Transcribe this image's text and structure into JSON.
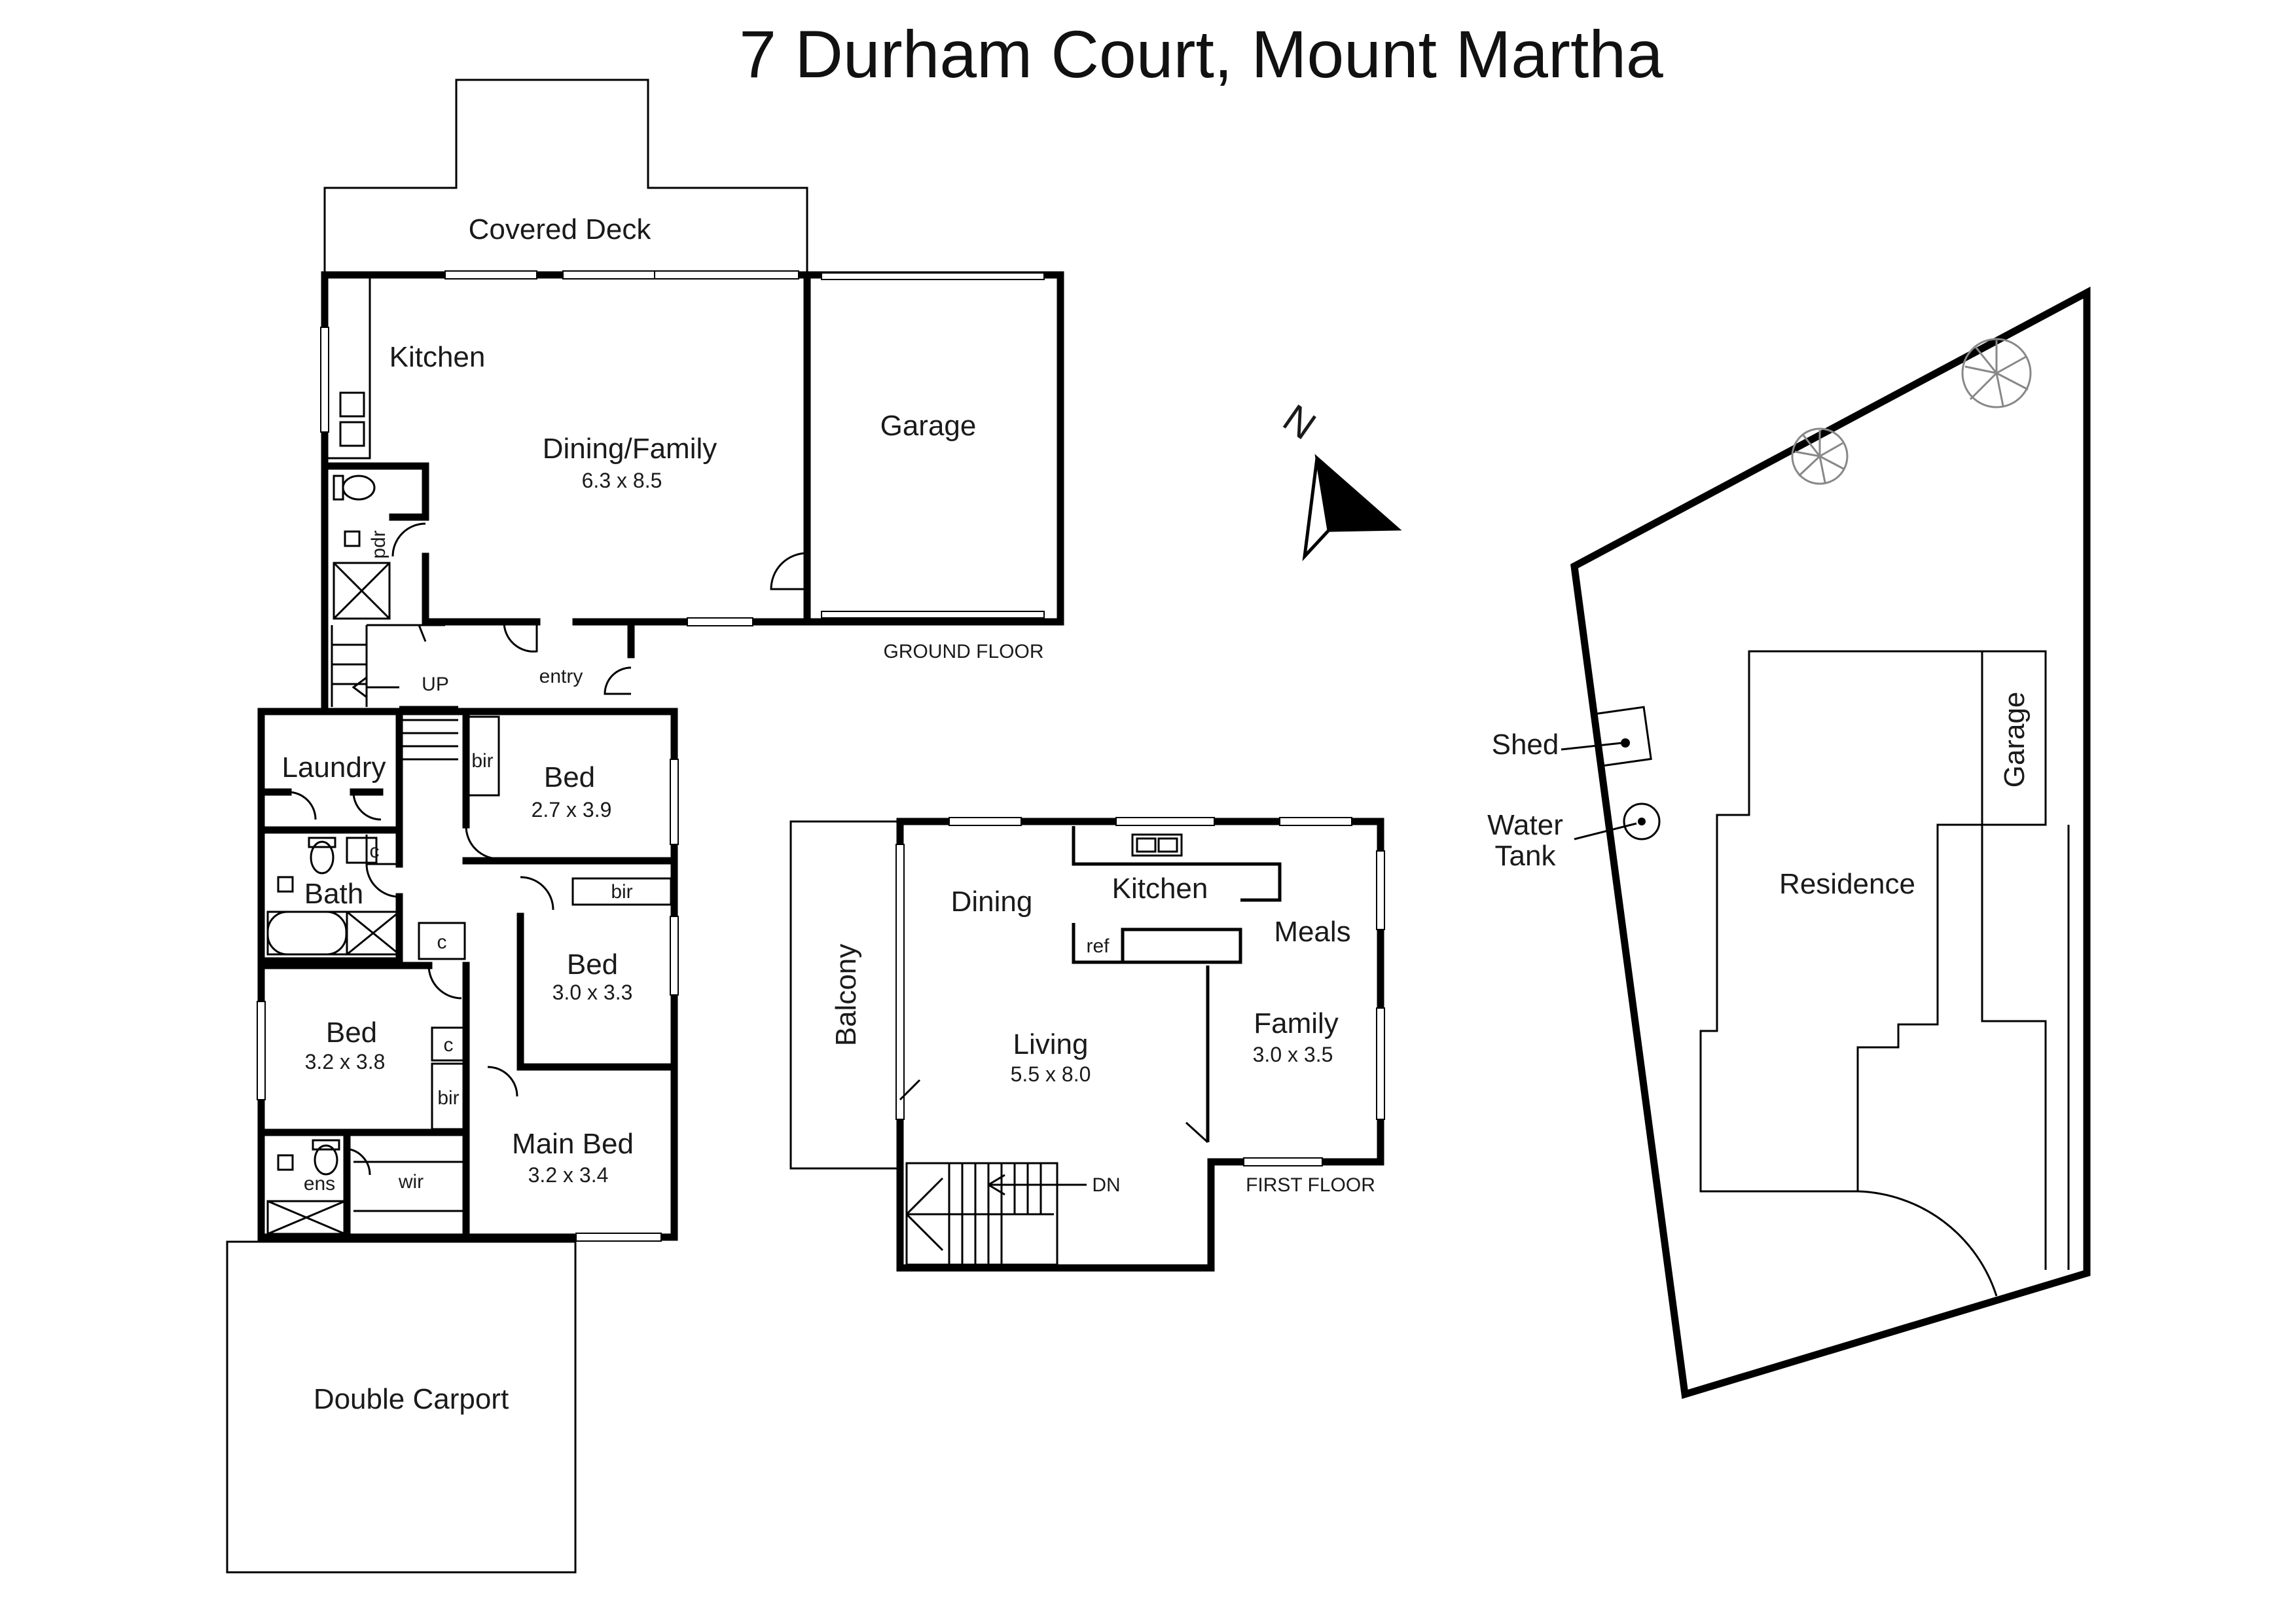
{
  "title": "7 Durham Court, Mount Martha",
  "ground_floor": {
    "heading": "GROUND FLOOR",
    "rooms": {
      "covered_deck": "Covered Deck",
      "kitchen": "Kitchen",
      "dining_family": "Dining/Family",
      "dining_family_size": "6.3 x 8.5",
      "garage": "Garage",
      "pdr": "pdr",
      "up": "UP",
      "entry": "entry",
      "laundry": "Laundry",
      "bir_1": "bir",
      "bed_1": "Bed",
      "bed_1_size": "2.7 x 3.9",
      "c_1": "c",
      "bath": "Bath",
      "bir_2": "bir",
      "c_2": "c",
      "bed_2": "Bed",
      "bed_2_size": "3.0 x 3.3",
      "bed_3": "Bed",
      "bed_3_size": "3.2 x 3.8",
      "c_3": "c",
      "bir_3": "bir",
      "ens": "ens",
      "wir": "wir",
      "main_bed": "Main Bed",
      "main_bed_size": "3.2 x 3.4",
      "double_carport": "Double Carport"
    }
  },
  "first_floor": {
    "heading": "FIRST FLOOR",
    "rooms": {
      "balcony": "Balcony",
      "dining": "Dining",
      "kitchen": "Kitchen",
      "meals": "Meals",
      "ref": "ref",
      "living": "Living",
      "living_size": "5.5 x 8.0",
      "family": "Family",
      "family_size": "3.0 x 3.5",
      "dn": "DN"
    }
  },
  "compass": {
    "label": "N",
    "icon": "north-arrow-icon"
  },
  "site_plan": {
    "shed": "Shed",
    "water_tank_line1": "Water",
    "water_tank_line2": "Tank",
    "residence": "Residence",
    "garage": "Garage",
    "trees": [
      "tree-icon",
      "tree-icon"
    ]
  }
}
